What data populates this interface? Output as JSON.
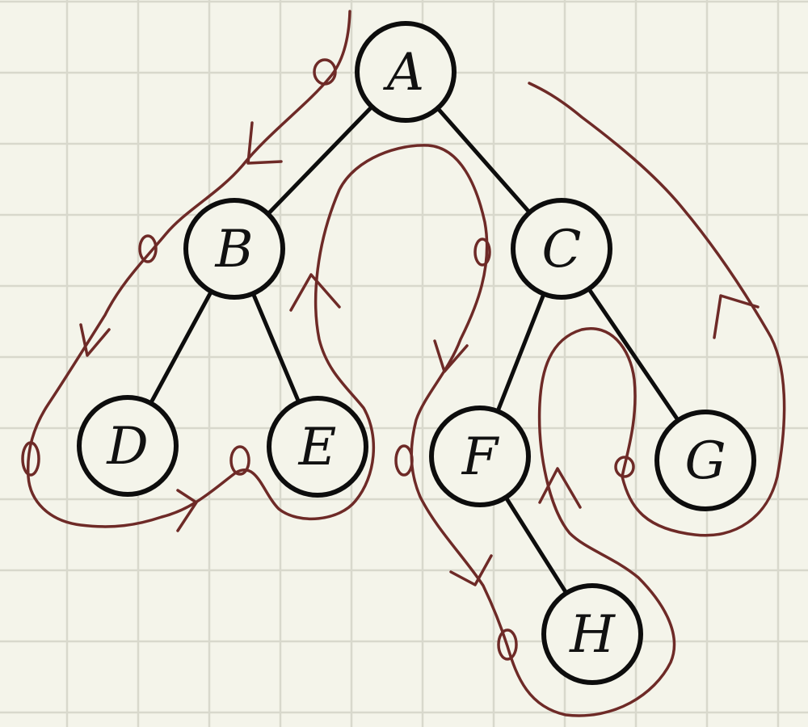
{
  "colors": {
    "background": "#f4f4ea",
    "grid": "#d8d8cc",
    "node_stroke": "#0d0d0d",
    "node_fill": "#f4f4ea",
    "edge": "#0d0d0d",
    "traversal_path": "#6e2a27"
  },
  "tree": {
    "nodes": [
      {
        "id": "A",
        "label": "A"
      },
      {
        "id": "B",
        "label": "B"
      },
      {
        "id": "C",
        "label": "C"
      },
      {
        "id": "D",
        "label": "D"
      },
      {
        "id": "E",
        "label": "E"
      },
      {
        "id": "F",
        "label": "F"
      },
      {
        "id": "G",
        "label": "G"
      },
      {
        "id": "H",
        "label": "H"
      }
    ],
    "edges": [
      {
        "from": "A",
        "to": "B"
      },
      {
        "from": "A",
        "to": "C"
      },
      {
        "from": "B",
        "to": "D"
      },
      {
        "from": "B",
        "to": "E"
      },
      {
        "from": "C",
        "to": "F"
      },
      {
        "from": "C",
        "to": "G"
      },
      {
        "from": "F",
        "to": "H"
      }
    ]
  }
}
